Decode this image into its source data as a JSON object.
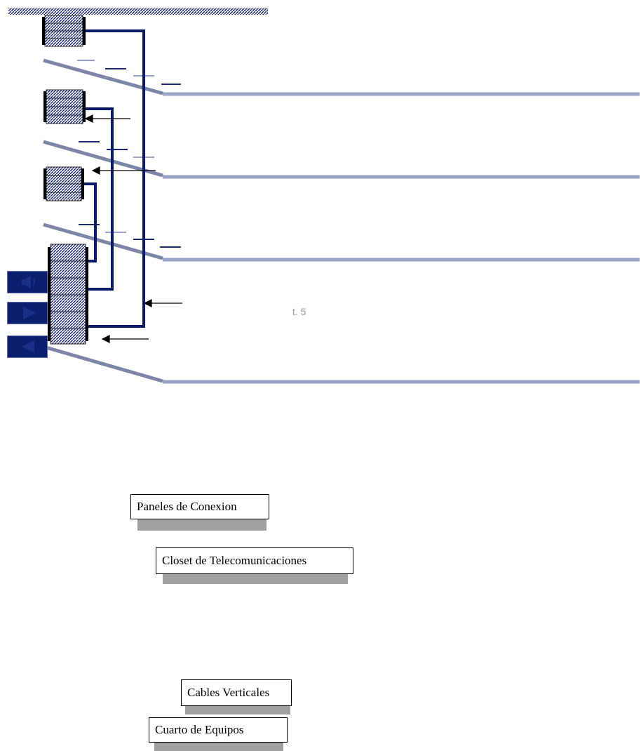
{
  "labels": {
    "patch_panels": "Paneles de Conexion",
    "telecom_closet": "Closet de Telecomunicaciones",
    "vertical_cables": "Cables Verticales",
    "equipment_room": "Cuarto de Equipos"
  },
  "slide_number_fragment": "t. 5",
  "nav_buttons": [
    "sound-icon",
    "play-next-icon",
    "play-previous-icon"
  ],
  "colors": {
    "cable": "#0b1a6b",
    "floor": "#9aa3c7",
    "floor_slab": "#7e86a8",
    "nav_button": "#0b1f6e",
    "shadow": "#a0a0a0"
  }
}
